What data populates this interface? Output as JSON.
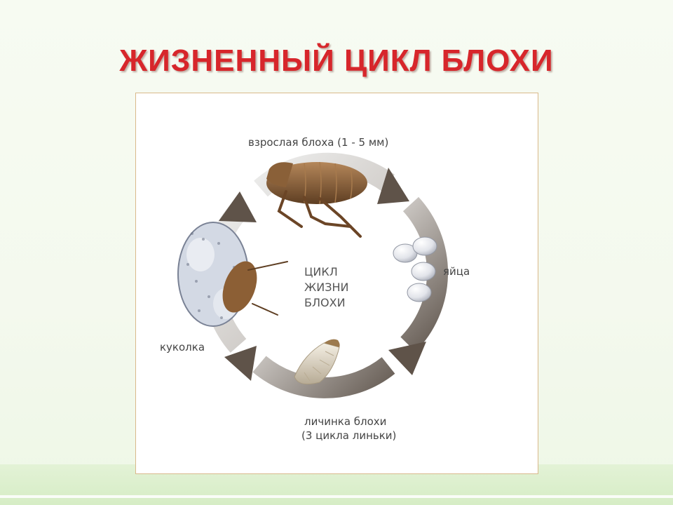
{
  "title": "ЖИЗНЕННЫЙ ЦИКЛ БЛОХИ",
  "diagram": {
    "center_lines": [
      "ЦИКЛ",
      "ЖИЗНИ",
      "БЛОХИ"
    ],
    "stages": {
      "adult": "взрослая блоха (1 - 5 мм)",
      "eggs": "яйца",
      "larva_line1": "личинка блохи",
      "larva_line2": "(3 цикла линьки)",
      "pupa": "куколка"
    }
  },
  "colors": {
    "title": "#d7262b",
    "ring_dark": "#5f5349",
    "ring_light": "#e9e8e7",
    "frame_border": "#d9b98a"
  }
}
